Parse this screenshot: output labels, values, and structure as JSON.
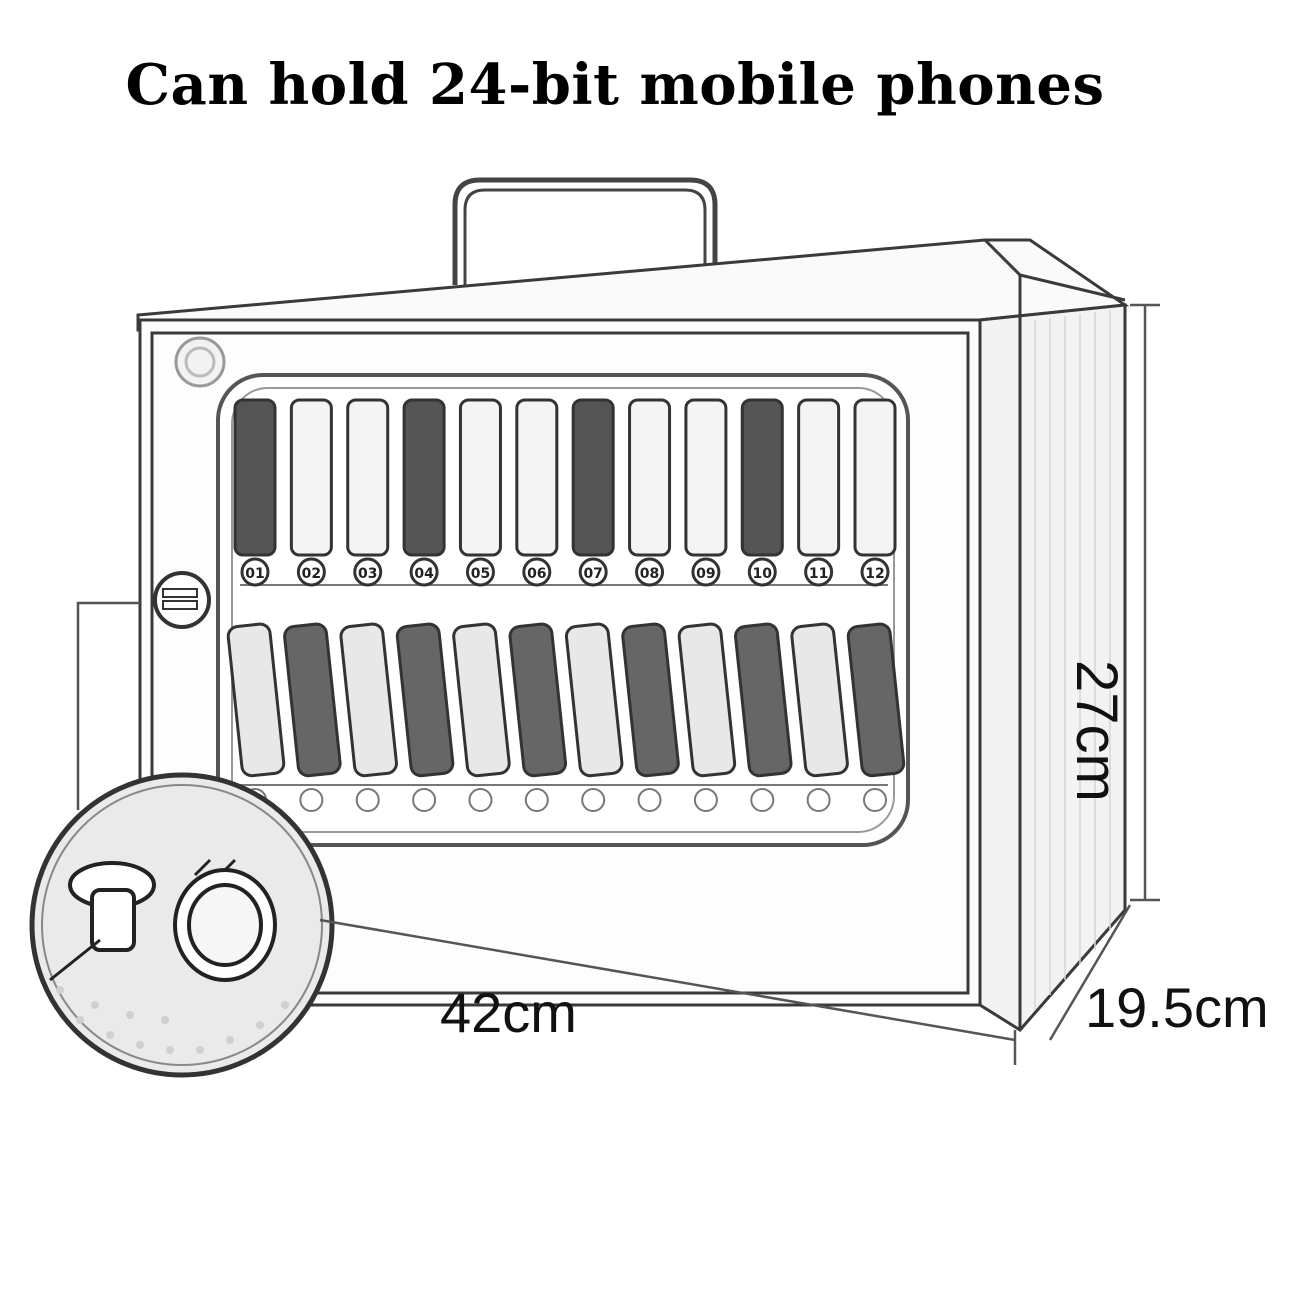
{
  "title": "Can hold 24-bit mobile phones",
  "dimensions": {
    "width": "42cm",
    "height": "27cm",
    "depth": "19.5cm"
  },
  "slots_top": [
    "01",
    "02",
    "03",
    "04",
    "05",
    "06",
    "07",
    "08",
    "09",
    "10",
    "11",
    "12"
  ],
  "slot_count": 24,
  "colors": {
    "line": "#3a3a3a",
    "background": "#ffffff"
  }
}
